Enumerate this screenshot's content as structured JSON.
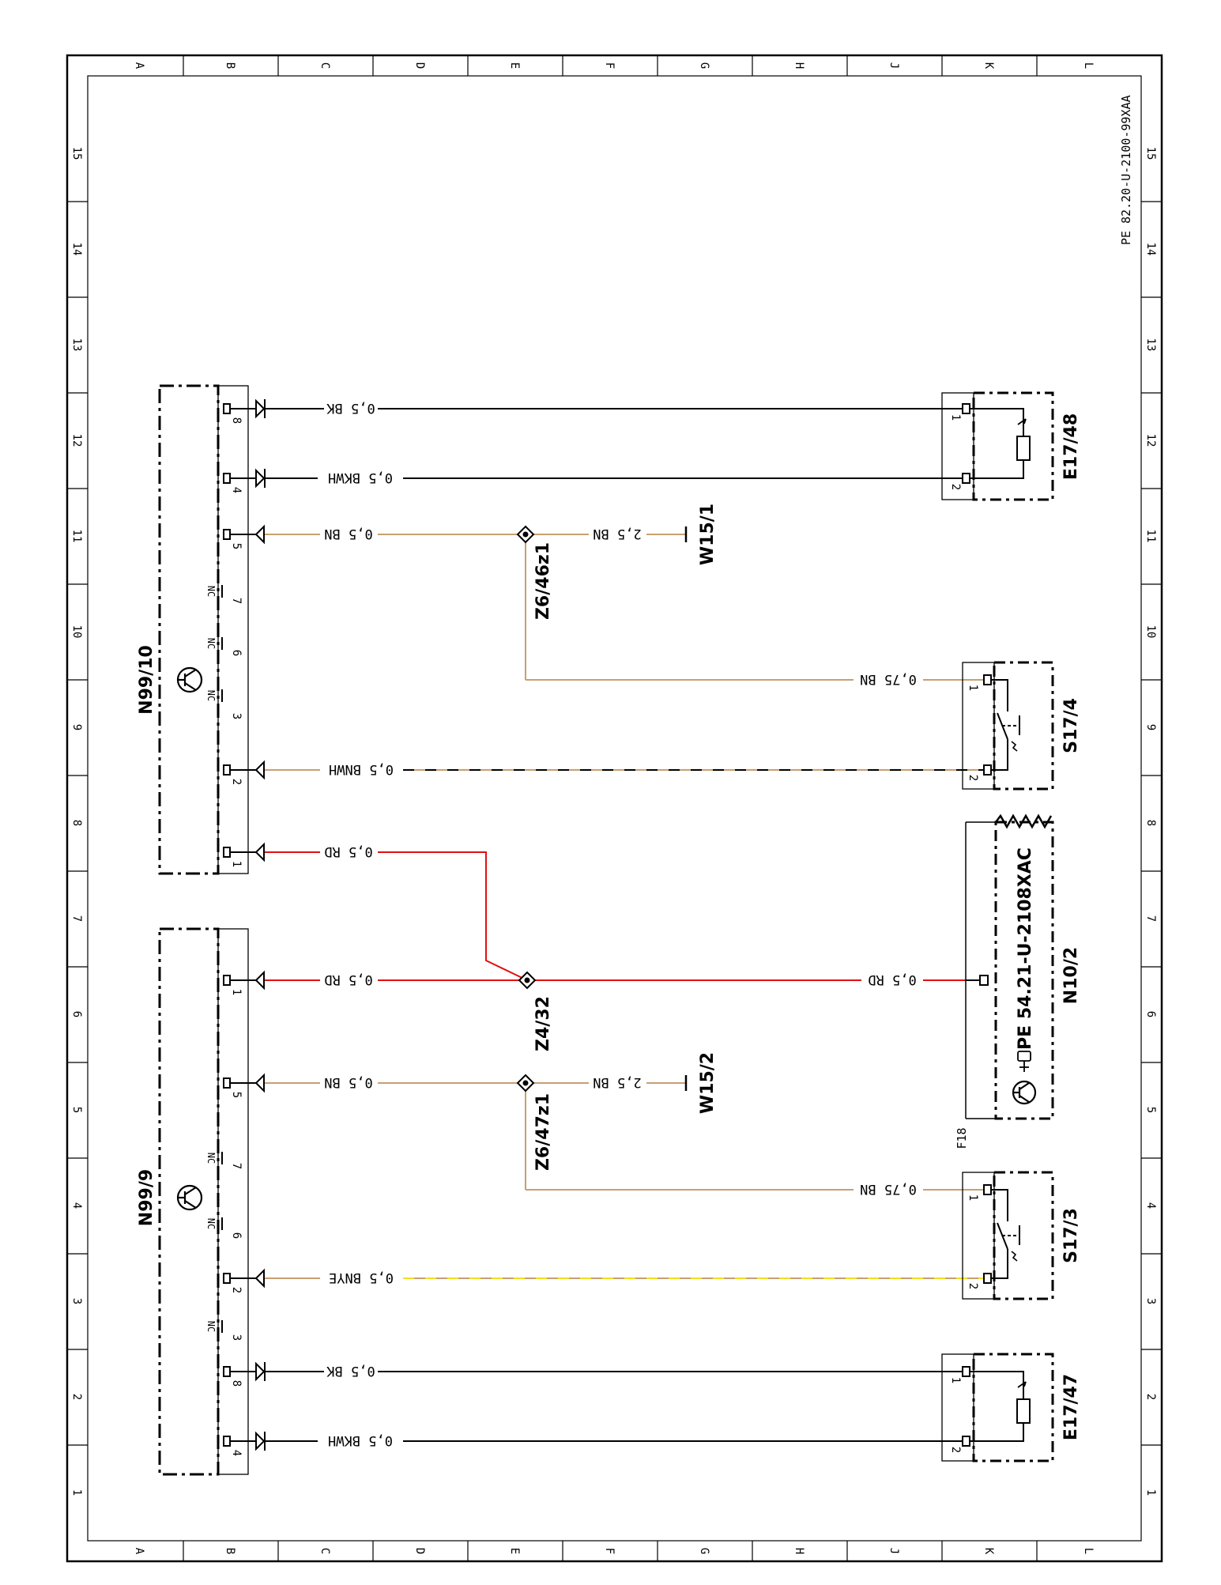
{
  "diagram": {
    "document_ref": "PE 82.20-U-2100-99XAA",
    "column_letters": [
      "A",
      "B",
      "C",
      "D",
      "E",
      "F",
      "G",
      "H",
      "J",
      "K",
      "L"
    ],
    "row_numbers": [
      "1",
      "2",
      "3",
      "4",
      "5",
      "6",
      "7",
      "8",
      "9",
      "10",
      "11",
      "12",
      "13",
      "14",
      "15"
    ],
    "components": {
      "n99_9": "N99/9",
      "n99_10": "N99/10",
      "e17_47": "E17/47",
      "e17_48": "E17/48",
      "s17_3": "S17/3",
      "s17_4": "S17/4",
      "n10_2": "N10/2",
      "n10_2_ref": "PE  54.21-U-2108XAC",
      "f18": "F18",
      "w15_1": "W15/1",
      "w15_2": "W15/2",
      "z4_32": "Z4/32",
      "z6_46z1": "Z6/46z1",
      "z6_47z1": "Z6/47z1"
    },
    "pins": {
      "p1": "1",
      "p2": "2",
      "p3": "3",
      "p4": "4",
      "p5": "5",
      "p6": "6",
      "p7": "7",
      "p8": "8",
      "nc": "NC"
    },
    "wires": {
      "bk_05": "0,5 BK",
      "bkwh_05": "0,5 BKWH",
      "bn_05": "0,5 BN",
      "bn_25": "2,5 BN",
      "bn_075": "0,75 BN",
      "bnwh_05": "0,5 BNWH",
      "bnye_05": "0,5 BNYE",
      "rd_05": "0,5 RD"
    },
    "colors": {
      "black": "#000000",
      "brown": "#c8a070",
      "red": "#e01010",
      "yellow": "#f0e020"
    }
  }
}
